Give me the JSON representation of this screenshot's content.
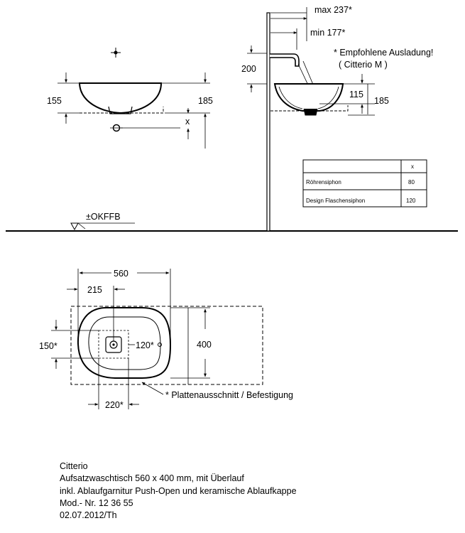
{
  "side_view": {
    "dim_155": "155",
    "dim_185": "185",
    "dim_x": "x",
    "floor_label": "±OKFFB"
  },
  "front_view": {
    "max_label": "max 237*",
    "min_label": "min 177*",
    "note_line1": "* Empfohlene Ausladung!",
    "note_line2": "( Citterio M )",
    "dim_200": "200",
    "dim_115": "115",
    "dim_185": "185"
  },
  "siphon_table": {
    "header_x": "x",
    "rows": [
      {
        "name": "Röhrensiphon",
        "x": "80"
      },
      {
        "name": "Design Flaschensiphon",
        "x": "120"
      }
    ]
  },
  "top_view": {
    "dim_560": "560",
    "dim_215": "215",
    "dim_150": "150*",
    "dim_120": "120*",
    "dim_400": "400",
    "dim_220": "220*",
    "cutout_note": "* Plattenausschnitt / Befestigung"
  },
  "footer": {
    "product": "Citterio",
    "line1": "Aufsatzwaschtisch 560 x 400 mm, mit Überlauf",
    "line2": "inkl. Ablaufgarnitur Push-Open und keramische Ablaufkappe",
    "line3": "Mod.- Nr. 12 36 55",
    "line4": "02.07.2012/Th"
  }
}
